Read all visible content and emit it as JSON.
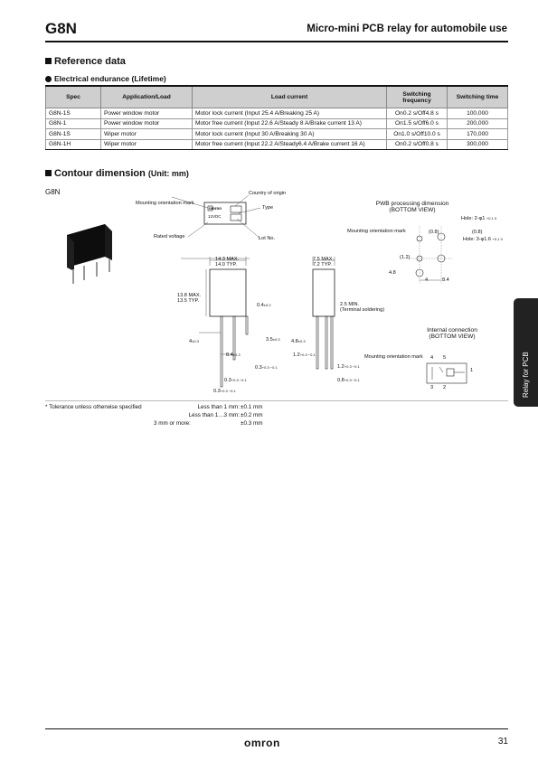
{
  "header": {
    "model": "G8N",
    "title": "Micro-mini PCB relay for automobile use"
  },
  "reference": {
    "section_title": "Reference data",
    "subsection_title": "Electrical endurance (Lifetime)",
    "columns": [
      "Spec",
      "Application/Load",
      "Load current",
      "Switching frequency",
      "Switching time"
    ],
    "rows": [
      [
        "G8N-1S",
        "Power window motor",
        "Motor lock current (Input 25.4 A/Breaking 25 A)",
        "On0.2 s/Off4.8 s",
        "100,000"
      ],
      [
        "G8N-1",
        "Power window motor",
        "Motor free current (Input 22.6 A/Steady 8 A/Brake current 13 A)",
        "On1.5 s/Off6.0 s",
        "200,000"
      ],
      [
        "G8N-1S",
        "Wiper motor",
        "Motor lock current (Input 30 A/Breaking 30 A)",
        "On1.0 s/Off10.0 s",
        "170,000"
      ],
      [
        "G8N-1H",
        "Wiper motor",
        "Motor free current (Input 22.2 A/Steady6.4 A/Brake current 16 A)",
        "On0.2 s/Off0.8 s",
        "300,000"
      ]
    ]
  },
  "contour": {
    "section_title": "Contour dimension",
    "unit": "(Unit: mm)",
    "model_label": "G8N",
    "marking": {
      "mounting_mark": "Mounting orientation mark",
      "country": "Country of origin",
      "type": "Type",
      "rated_voltage": "Rated voltage",
      "lot_no": "Lot No.",
      "brand": "omron",
      "code": "12VDC"
    },
    "front": {
      "width": "14.3 MAX.",
      "width_typ": "14.0 TYP.",
      "height": "13.8 MAX.",
      "height_typ": "13.5 TYP.",
      "pin_w": "0.4",
      "pin_w_tol": "±0.2",
      "d1": "3.5",
      "d1_tol": "±0.3",
      "d2": "4",
      "d2_tol": "±0.3",
      "d3": "8.4",
      "d3_tol": "±0.3",
      "d4": "0.3",
      "d4_tol": "+0.3 −0.1",
      "d5": "0.3",
      "d5_tol": "+0.3 −0.1",
      "d6": "0.3",
      "d6_tol": "+0.3 −0.1"
    },
    "side": {
      "width": "7.5 MAX.",
      "width_typ": "7.2 TYP.",
      "min": "2.5 MIN.",
      "min_note": "(Terminal soldering)",
      "d1": "4.8",
      "d1_tol": "±0.3",
      "d2": "1.2",
      "d2_tol": "+0.3 −0.1",
      "d3": "1.2",
      "d3_tol": "+0.3 −0.1",
      "d4": "0.8",
      "d4_tol": "+0.3 −0.1"
    },
    "pwb": {
      "title": "PWB processing dimension",
      "subtitle": "(BOTTOM VIEW)",
      "mounting_mark": "Mounting orientation mark",
      "hole1": "Hole: 2-φ1",
      "hole1_tol": "+0.1 0",
      "hole2": "Hole: 3-φ1.6",
      "hole2_tol": "+0.1 0",
      "d08a": "(0.8)",
      "d08b": "(0.8)",
      "d12": "(1.2)",
      "d48": "4.8",
      "d4": "4",
      "d84": "8.4"
    },
    "internal": {
      "title": "Internal connection",
      "subtitle": "(BOTTOM VIEW)",
      "mounting_mark": "Mounting orientation mark",
      "pins": [
        "4",
        "5",
        "1",
        "2",
        "3"
      ]
    }
  },
  "tolerance": {
    "intro": "* Tolerance unless otherwise specified",
    "rows": [
      [
        "Less than 1 mm:",
        "±0.1 mm"
      ],
      [
        "Less than 1…3 mm:",
        "±0.2 mm"
      ],
      [
        "3 mm or more:",
        "±0.3 mm"
      ]
    ]
  },
  "side_tab": "Relay for PCB",
  "footer": {
    "logo": "omron",
    "page": "31"
  }
}
